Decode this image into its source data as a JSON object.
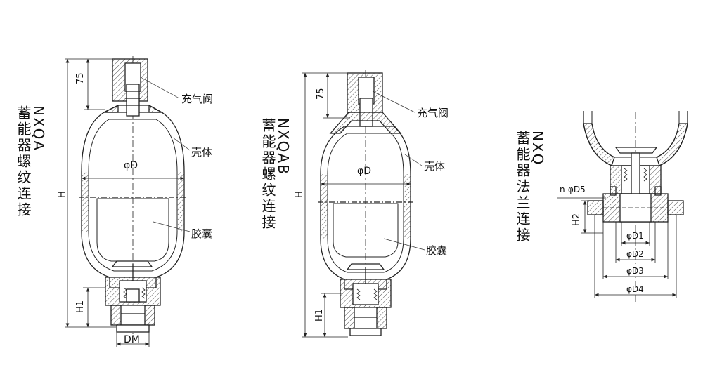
{
  "figures": [
    {
      "code": "NXQA",
      "name": "蓄能器螺纹连接",
      "callouts": {
        "valve": "充气阀",
        "shell": "壳体",
        "bladder": "胶囊"
      },
      "dims": {
        "top": "75",
        "height": "H",
        "diameter": "φD",
        "port_height": "H1",
        "port": "DM"
      }
    },
    {
      "code": "NXQAB",
      "name": "蓄能器螺纹连接",
      "callouts": {
        "valve": "充气阀",
        "shell": "壳体",
        "bladder": "胶囊"
      },
      "dims": {
        "top": "75",
        "height": "H",
        "diameter": "φD",
        "port_height": "H1"
      }
    },
    {
      "code": "NXQ",
      "name": "蓄能器法兰连接",
      "dims": {
        "bolts": "n-φD5",
        "flange_height": "H2",
        "d1": "φD1",
        "d2": "φD2",
        "d3": "φD3",
        "d4": "φD4"
      }
    }
  ],
  "colors": {
    "line": "#222222",
    "hatch": "#555555",
    "leader": "#333333"
  }
}
